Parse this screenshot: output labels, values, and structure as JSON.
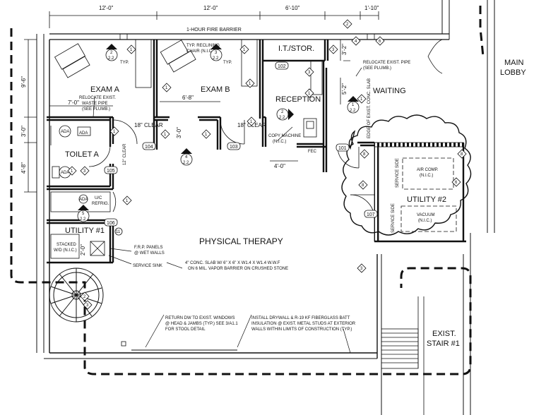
{
  "rooms": {
    "exam_a": "EXAM A",
    "exam_b": "EXAM B",
    "it_stor": "I.T./STOR.",
    "reception": "RECEPTION",
    "waiting": "WAITING",
    "main_lobby_1": "MAIN",
    "main_lobby_2": "LOBBY",
    "toilet_a": "TOILET A",
    "utility_1": "UTILITY #1",
    "utility_2": "UTILITY #2",
    "physical_therapy": "PHYSICAL THERAPY",
    "exist_stair_1": "EXIST.",
    "exist_stair_2": "STAIR #1"
  },
  "dimensions": {
    "top_1": "12'-0\"",
    "top_2": "12'-0\"",
    "top_3": "6'-10\"",
    "top_4": "1'-10\"",
    "left_1": "9'-6\"",
    "left_2": "3'-0\"",
    "left_3": "4'-8\"",
    "seven_zero": "7'-0\"",
    "six_eight": "6'-8\"",
    "three_zero": "3'-0\"",
    "four_zero": "4'-0\"",
    "three_two": "3'-2\"",
    "five_two": "5'-2\"",
    "two_zero": "2'-0\"",
    "twelve_clear": "12\" CLEAR",
    "eighteen_clear_a": "18\" CLEAR",
    "eighteen_clear_b": "18\" CLEAR"
  },
  "room_numbers": {
    "r102": "102",
    "r103": "103",
    "r104": "104",
    "r105": "105",
    "r106": "106",
    "r107": "107",
    "r101": "101"
  },
  "notes": {
    "fire_barrier": "1-HOUR FIRE BARRIER",
    "typ_a": "TYP.",
    "typ_b": "TYP.",
    "recl_1": "TYP. RECLINING",
    "recl_2": "CHAIR (N.I.C.)",
    "waste_1": "RELOCATE EXIST.",
    "waste_2": "WASTE PIPE",
    "waste_3": "(SEE PLUMB.)",
    "relo_1": "RELOCATE EXIST. PIPE",
    "relo_2": "(SEE PLUMB.)",
    "slab_edge": "EDGE OF EXIST. CONC. SLAB",
    "copy_1": "COPY MACHINE",
    "copy_2": "(N.I.C.)",
    "fec": "FEC",
    "ada_1": "ADA",
    "ada_2": "ADA",
    "ada_3": "ADA",
    "ada_4": "ADA",
    "ul_1": "U/C",
    "ul_2": "REFRIG.",
    "service_side_1": "SERVICE SIDE",
    "service_side_2": "SERVICE SIDE",
    "aircomp_1": "AIR COMP.",
    "aircomp_2": "(N.I.C.)",
    "vacuum_1": "VACUUM",
    "vacuum_2": "(N.I.C.)",
    "stacked_1": "STACKED",
    "stacked_2": "W/D (N.I.C.)",
    "frp_1": "F.R.P. PANELS",
    "frp_2": "@ WET WALLS",
    "service_sink": "SERVICE SINK",
    "slab_1": "4\" CONC. SLAB W/ 6\" X 6\" X W1.4 X W1.4 W.W.F",
    "slab_2": "ON 6 MIL. VAPOR BARRIER ON CRUSHED STONE",
    "return_1": "RETURN DW TO EXIST. WINDOWS",
    "return_2": "@ HEAD & JAMBS (TYP.) SEE 3/A1.1",
    "return_3": "FOR STOOL DETAIL",
    "install_1": "INSTALL DRYWALL & R-19 KF FIBERGLASS BATT",
    "install_2": "INSULATION @ EXIST. METAL STUDS AT EXTERIOR",
    "install_3": "WALLS WITHIN LIMITS OF CONSTRUCTION (TYP.)"
  },
  "tags": {
    "one": "1",
    "two": "2",
    "three": "3",
    "four": "4",
    "five": "5",
    "six": "6",
    "eight": "8",
    "eleven": "11",
    "sheet": "2.2"
  }
}
